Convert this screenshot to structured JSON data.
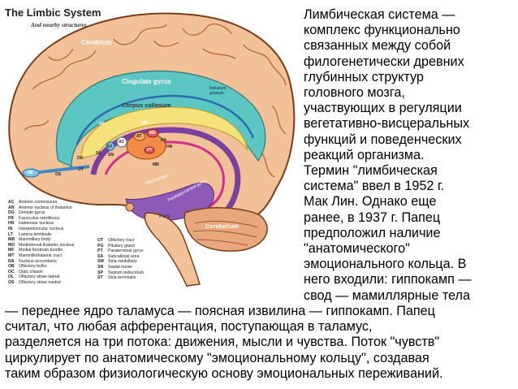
{
  "figure": {
    "title": "The Limbic System",
    "subtitle": "And nearby structures",
    "labels": {
      "cerebrum": "Cerebrum",
      "cingulate_gyrus": "Cingulate gyrus",
      "indusium_griseum": "Indusium griseum",
      "corpus_callosum": "Corpus callosum",
      "cerebellum": "Cerebellum",
      "pons": "Pons",
      "hippocampus": "Hippocampus",
      "parahippocampal_gyrus": "Parahippocampal gyrus",
      "sp": "SP",
      "sm": "SM",
      "at": "AT",
      "md": "MD",
      "pt": "PT",
      "ha": "HA",
      "ac": "AC",
      "sa": "SA",
      "st": "ST",
      "sn": "SN",
      "hn": "HN",
      "mb": "MB",
      "ot": "OT",
      "os": "OS",
      "ob": "OB",
      "ou": "OU"
    },
    "legend_left": [
      {
        "abbr": "AC",
        "name": "Anterior commissure"
      },
      {
        "abbr": "AN",
        "name": "Anterior nucleus of thalamus"
      },
      {
        "abbr": "DG",
        "name": "Dentate gyrus"
      },
      {
        "abbr": "FR",
        "name": "Fasciculus retroflexus"
      },
      {
        "abbr": "HN",
        "name": "Habenular nucleus"
      },
      {
        "abbr": "IN",
        "name": "Interpeduncular nucleus"
      },
      {
        "abbr": "LT",
        "name": "Lamina terminalis"
      },
      {
        "abbr": "MB",
        "name": "Mammillary body"
      },
      {
        "abbr": "MD",
        "name": "Mediodorsal thalamic nucleus"
      },
      {
        "abbr": "MF",
        "name": "Medial forebrain bundle"
      },
      {
        "abbr": "MT",
        "name": "Mammillothalamic tract"
      },
      {
        "abbr": "NA",
        "name": "Nucleus accumbens"
      },
      {
        "abbr": "OB",
        "name": "Olfactory bulbs"
      },
      {
        "abbr": "OC",
        "name": "Optic chiasm"
      },
      {
        "abbr": "OL",
        "name": "Olfactory striae lateral"
      },
      {
        "abbr": "OS",
        "name": "Olfactory striae medial"
      }
    ],
    "legend_right": [
      {
        "abbr": "OT",
        "name": "Olfactory tract"
      },
      {
        "abbr": "PG",
        "name": "Pituitary gland"
      },
      {
        "abbr": "PT",
        "name": "Paraterminal gyrus"
      },
      {
        "abbr": "SA",
        "name": "Subcallosal area"
      },
      {
        "abbr": "SM",
        "name": "Stria medullaris"
      },
      {
        "abbr": "SN",
        "name": "Septal nuclei"
      },
      {
        "abbr": "SP",
        "name": "Septum pellucidum"
      },
      {
        "abbr": "ST",
        "name": "Stria terminalis"
      }
    ]
  },
  "paragraph": {
    "column_lines": [
      "Лимбическая система —",
      "комплекс функционально",
      "связанных между собой",
      "филогенетически древних",
      "глубинных структур",
      "головного мозга,",
      "участвующих в регуляции",
      "вегетативно-висцеральных",
      "функций и поведенческих",
      "реакций организма.",
      "Термин \"лимбическая",
      "система\" ввел в 1952 г.",
      "Мак Лин. Однако еще",
      "ранее, в 1937 г. Папец",
      "предположил наличие",
      "\"анатомического\"",
      "эмоционального кольца. В",
      "него входили: гиппокамп —",
      "свод — мамиллярные тела"
    ],
    "full_lines": [
      "— переднее ядро таламуса — поясная извилина — гиппокамп. Папец",
      "считал, что любая афферентация, поступающая в таламус,",
      "разделяется на три потока: движения, мысли и чувства. Поток \"чувств\"",
      "циркулирует по анатомическому \"эмоциональному кольцу\", создавая",
      "таким образом физиологическую основу эмоциональных переживаний."
    ]
  }
}
